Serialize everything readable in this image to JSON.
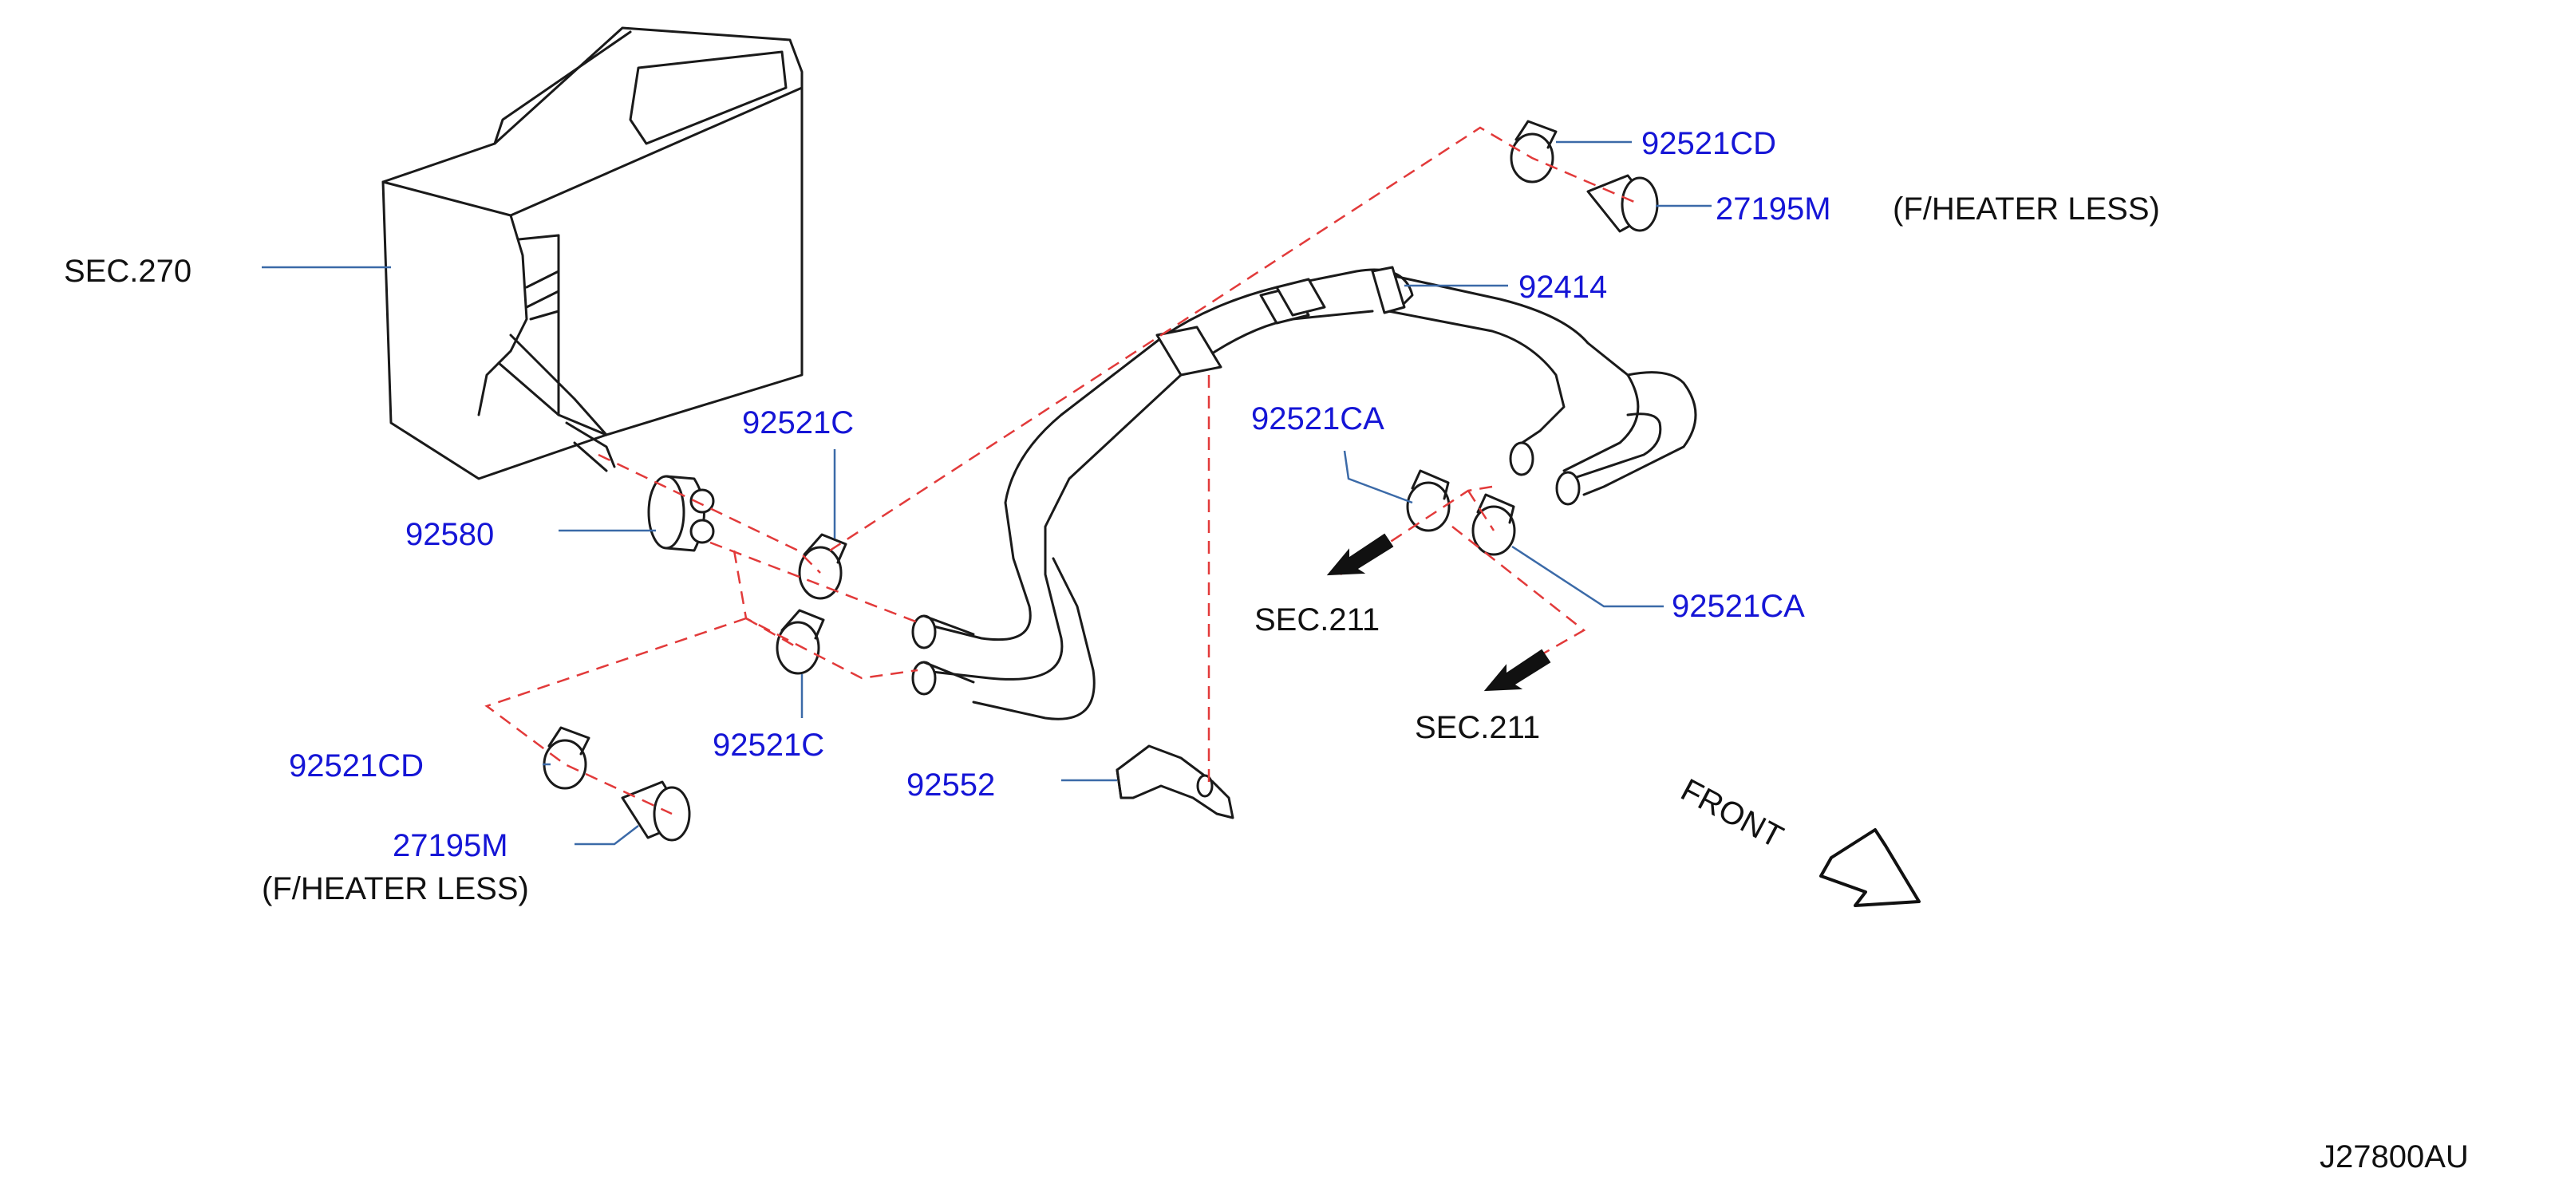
{
  "colors": {
    "part_label": "#1515d6",
    "ref_label": "#111111",
    "phantom_line": "#e23a3a",
    "leader": "#3b6aa8",
    "line_art": "#1a1a1a"
  },
  "labels": {
    "sec270": "SEC.270",
    "p92580": "92580",
    "p92521c_top": "92521C",
    "p92521c_bottom": "92521C",
    "p92521cd_top": "92521CD",
    "p92521cd_bottom": "92521CD",
    "p27195m_top": "27195M",
    "p27195m_bottom": "27195M",
    "fheater_top": "(F/HEATER   LESS)",
    "fheater_bottom": "(F/HEATER   LESS)",
    "p92414": "92414",
    "p92521ca_top": "92521CA",
    "p92521ca_bottom": "92521CA",
    "sec211_left": "SEC.211",
    "sec211_right": "SEC.211",
    "p92552": "92552",
    "front": "FRONT",
    "diagram_code": "J27800AU"
  },
  "icons": {
    "front_arrow": "front-arrow-icon",
    "sec211_arrow": "direction-arrow-icon"
  }
}
